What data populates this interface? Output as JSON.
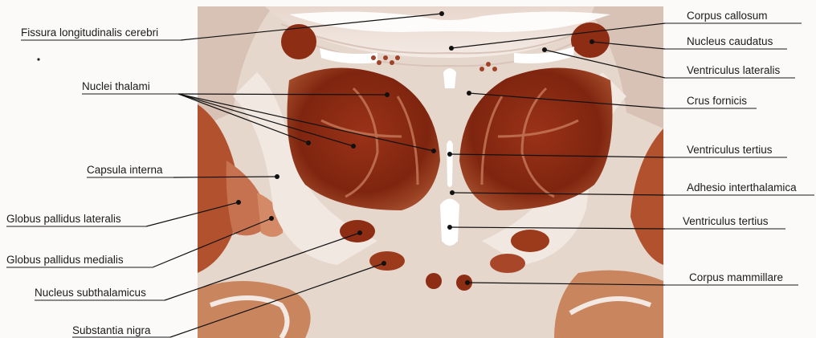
{
  "labels": {
    "left": [
      "Fissura longitudinalis cerebri",
      "Nuclei thalami",
      "Capsula interna",
      "Globus pallidus lateralis",
      "Globus pallidus medialis",
      "Nucleus subthalamicus",
      "Substantia nigra"
    ],
    "right": [
      "Corpus callosum",
      "Nucleus caudatus",
      "Ventriculus lateralis",
      "Crus fornicis",
      "Ventriculus tertius",
      "Adhesio interthalamica",
      "Ventriculus tertius",
      "Corpus mammillare"
    ]
  },
  "colors": {
    "tissue_background": "#e9dcd3",
    "white_matter": "#f1e6df",
    "nucleus_dark": "#8a2a12",
    "nucleus_mid": "#a8401f",
    "nucleus_light": "#c3603e",
    "ventricle": "#ffffff",
    "page": "#fbfaf8"
  }
}
